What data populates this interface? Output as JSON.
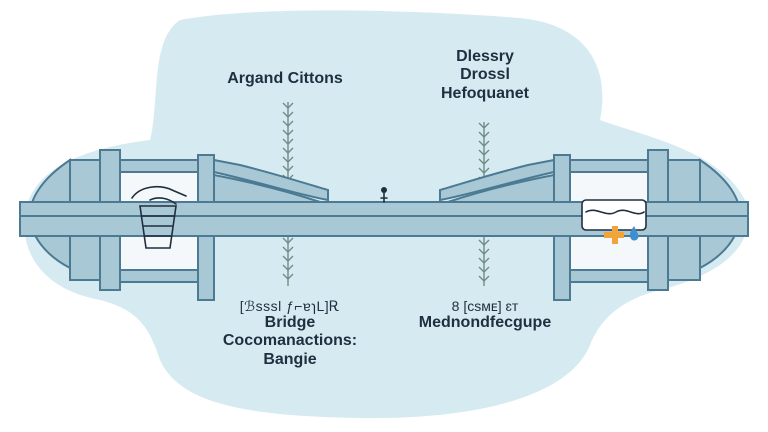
{
  "colors": {
    "blob": "#d6ebf1",
    "steel_fill": "#a9c8d6",
    "steel_stroke": "#4b7a92",
    "ink": "#1f2f3f",
    "accent_orange": "#f0a43a",
    "accent_blue": "#3f8fd0"
  },
  "labels": {
    "top_left": "Argand Cittons",
    "top_right": [
      "Dlessry",
      "Drossl",
      "Hefoquanet"
    ],
    "bottom_left_small": "[ℬsssl ƒ⌐ɐɿL]Ꭱ",
    "bottom_left_lines": [
      "Bridge",
      "Cocomanactions:",
      "Bangie"
    ],
    "bottom_right_small": "8 [ᴄsᴍᴇ] ɛᴛ",
    "bottom_right_line": "Mednondfecgupe"
  },
  "icons": {
    "left_panel": "cooking-pot-icon",
    "right_panel": "water-container-icon",
    "figure": "person-icon",
    "vine_left": "vine-icon",
    "vine_right": "vine-icon"
  }
}
